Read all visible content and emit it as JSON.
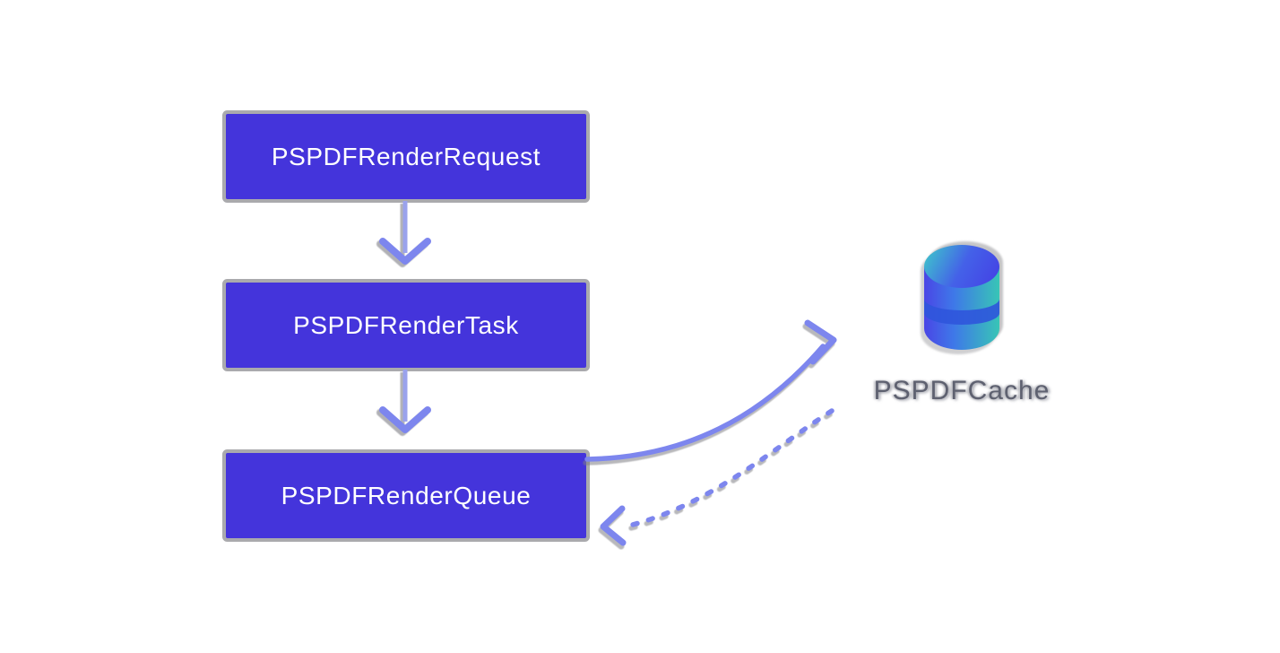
{
  "diagram": {
    "background_color": "#ffffff",
    "node_fill_color": "#4434db",
    "node_text_color": "#ffffff",
    "arrow_color": "#7d86ee",
    "arrow_stem_color": "#9aa2ec",
    "ghost_shadow_color": "#80808a",
    "nodes": [
      {
        "id": "render-request",
        "label": "PSPDFRenderRequest"
      },
      {
        "id": "render-task",
        "label": "PSPDFRenderTask"
      },
      {
        "id": "render-queue",
        "label": "PSPDFRenderQueue"
      }
    ],
    "cache": {
      "label": "PSPDFCache",
      "label_color": "#5e6170",
      "icon": "database-cylinder-icon",
      "icon_colors": {
        "top_left": "#3ec3cc",
        "top_right": "#4447e6",
        "body_left": "#4a46e6",
        "body_mid": "#3e79e8",
        "body_right": "#38c5b6",
        "band": "#2f55dc"
      }
    },
    "edges": [
      {
        "from": "render-request",
        "to": "render-task",
        "style": "solid",
        "shape": "straight-down-arrow"
      },
      {
        "from": "render-task",
        "to": "render-queue",
        "style": "solid",
        "shape": "straight-down-arrow"
      },
      {
        "from": "render-queue",
        "to": "cache",
        "style": "solid",
        "shape": "curved-arrow"
      },
      {
        "from": "cache",
        "to": "render-queue",
        "style": "dashed",
        "shape": "curved-arrow"
      }
    ]
  }
}
